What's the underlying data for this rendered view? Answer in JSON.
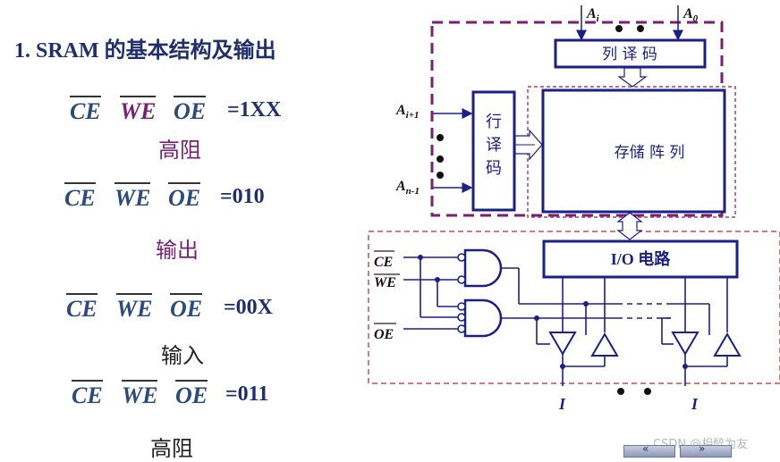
{
  "title": "1. SRAM 的基本结构及输出",
  "signals": {
    "ce": "CE",
    "we": "WE",
    "oe": "OE"
  },
  "conditions": [
    {
      "value": "=1XX",
      "state": "高阻"
    },
    {
      "value": "=010",
      "state": "输出"
    },
    {
      "value": "=00X",
      "state": "输入"
    },
    {
      "value": "=011",
      "state": "高阻"
    }
  ],
  "diagram": {
    "addr_top_left": "A",
    "addr_top_left_sub": "i",
    "addr_top_right": "A",
    "addr_top_right_sub": "0",
    "addr_left_top": "A",
    "addr_left_top_sub": "i+1",
    "addr_left_bottom": "A",
    "addr_left_bottom_sub": "n-1",
    "col_decoder": "列 译 码",
    "row_decoder": [
      "行",
      "译",
      "码"
    ],
    "memory_array": "存储  阵  列",
    "io_circuit": "I/O  电路",
    "in_ce": "CE",
    "in_we": "WE",
    "in_oe": "OE",
    "io_left": "I",
    "io_right": "I"
  },
  "watermark": "CSDN @相醉为友",
  "colors": {
    "line": "#1b1f8a",
    "dash_purple": "#7a1f76",
    "dash_red": "#c0504d"
  }
}
